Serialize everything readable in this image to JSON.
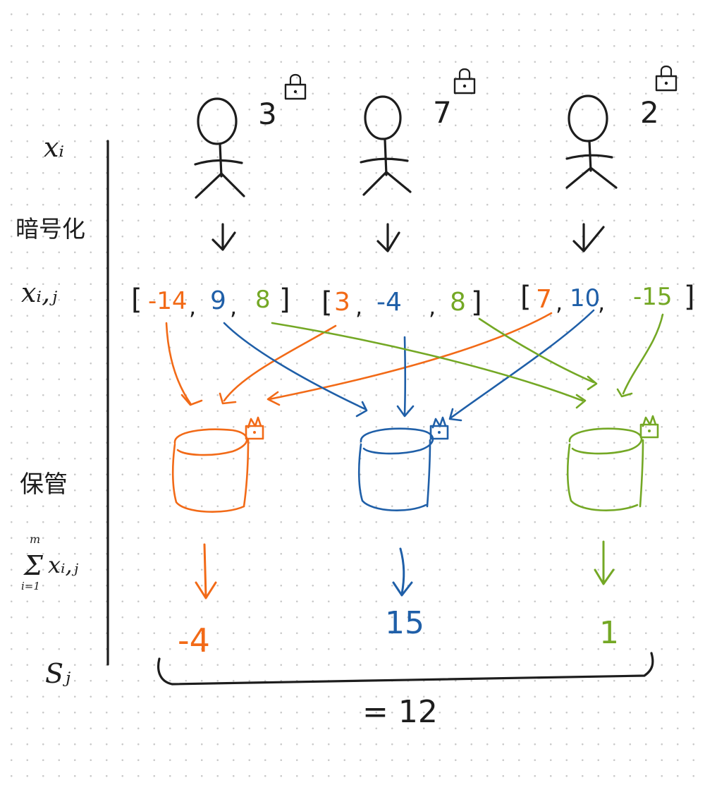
{
  "colors": {
    "orange": "#f26a17",
    "blue": "#1f5fa8",
    "green": "#74a825",
    "ink": "#1d1d1d"
  },
  "row_labels": {
    "x_i": "xᵢ",
    "encrypt": "暗号化",
    "x_ij": "xᵢ,ⱼ",
    "custody": "保管",
    "sum_top": "m",
    "sum_symbol": "Σ",
    "sum_bottom": "i=1",
    "sum_term": "xᵢ,ⱼ",
    "s_j": "Sⱼ"
  },
  "people": [
    {
      "secret": "3",
      "icon": "person-icon"
    },
    {
      "secret": "7",
      "icon": "person-icon"
    },
    {
      "secret": "2",
      "icon": "person-icon"
    }
  ],
  "shares": [
    {
      "open": "[",
      "values": [
        "-14",
        "9",
        "8"
      ],
      "seps": [
        ",",
        ","
      ],
      "close": "]"
    },
    {
      "open": "[",
      "values": [
        "3",
        "-4",
        "8"
      ],
      "seps": [
        ",",
        ","
      ],
      "close": "]"
    },
    {
      "open": "[",
      "values": [
        "7",
        "10",
        "-15"
      ],
      "seps": [
        ",",
        ","
      ],
      "close": "]"
    }
  ],
  "bucket_sums": [
    "-4",
    "15",
    "1"
  ],
  "total": "= 12"
}
